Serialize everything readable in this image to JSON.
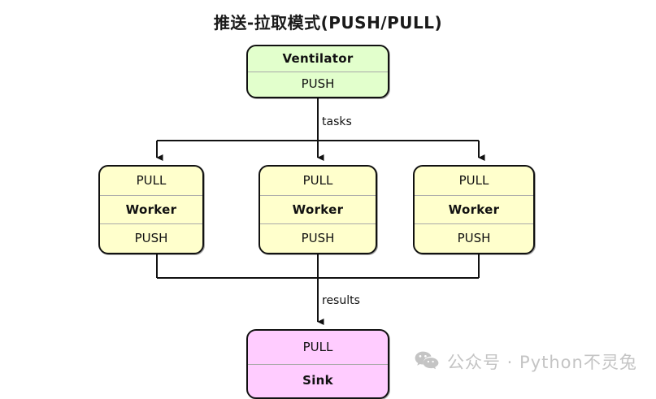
{
  "title": "推送-拉取模式(PUSH/PULL)",
  "diagram": {
    "type": "flow",
    "ventilator": {
      "name": "Ventilator",
      "socket": "PUSH",
      "fill": "#e2ffcc"
    },
    "workers": [
      {
        "top_socket": "PULL",
        "name": "Worker",
        "bottom_socket": "PUSH",
        "fill": "#ffffcc"
      },
      {
        "top_socket": "PULL",
        "name": "Worker",
        "bottom_socket": "PUSH",
        "fill": "#ffffcc"
      },
      {
        "top_socket": "PULL",
        "name": "Worker",
        "bottom_socket": "PUSH",
        "fill": "#ffffcc"
      }
    ],
    "sink": {
      "socket": "PULL",
      "name": "Sink",
      "fill": "#ffccff"
    },
    "edges": [
      {
        "from": "ventilator",
        "to": "workers",
        "label": "tasks"
      },
      {
        "from": "workers",
        "to": "sink",
        "label": "results"
      }
    ],
    "stroke": "#111111",
    "divider": "#a9a9a9"
  },
  "watermark": {
    "icon": "wechat-icon",
    "text": "公众号 · Python不灵兔",
    "color": "#c4c4c4"
  }
}
